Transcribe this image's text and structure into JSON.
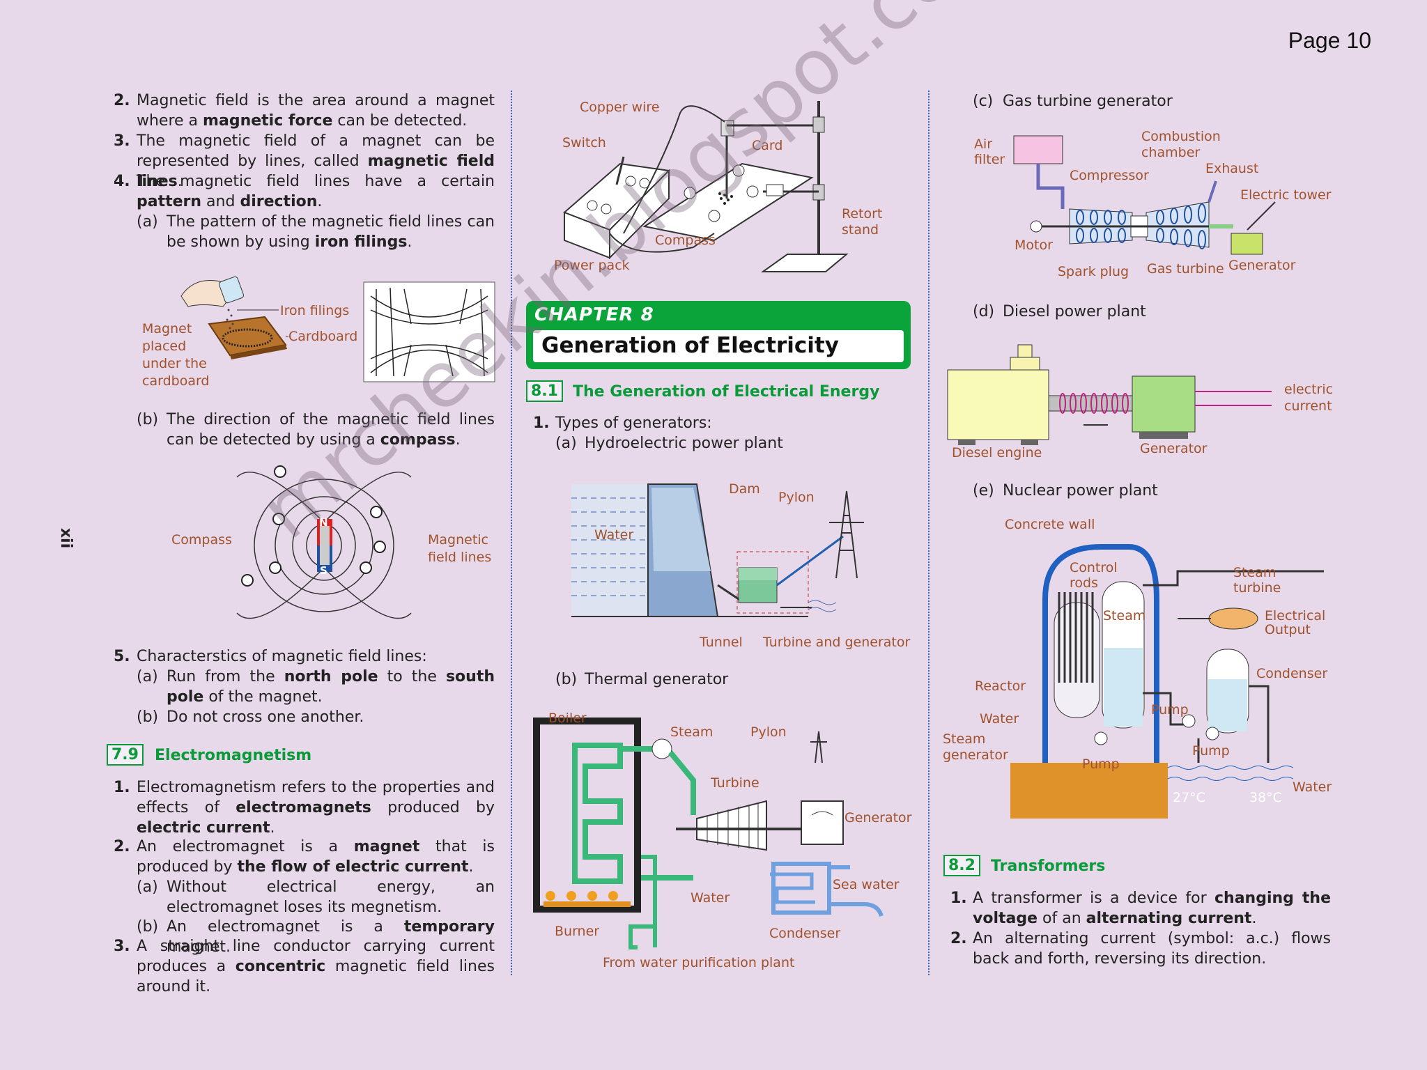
{
  "page": {
    "number": "Page 10",
    "side_label": "xii",
    "watermark": "mrcheekin.blogspot.com.au"
  },
  "col1": {
    "item2_num": "2.",
    "item2": "Magnetic field is the area around a magnet where a <b>magnetic force</b> can be detected.",
    "item3_num": "3.",
    "item3": "The magnetic field of a magnet can be represented by lines, called <b>magnetic field lines</b>.",
    "item4_num": "4.",
    "item4": "The magnetic field lines have a certain <b>pattern</b> and <b>direction</b>.",
    "item4a_num": "(a)",
    "item4a": "The pattern of the magnetic field lines can be shown by using <b>iron filings</b>.",
    "fig1_labels": {
      "iron_filings": "Iron filings",
      "cardboard": "Cardboard",
      "magnet_placed": "Magnet\nplaced\nunder the\ncardboard"
    },
    "item4b_num": "(b)",
    "item4b": "The direction of the magnetic field lines can be detected by using a <b>compass</b>.",
    "fig2_labels": {
      "compass": "Compass",
      "field_lines": "Magnetic\nfield lines",
      "n": "N",
      "s": "S"
    },
    "item5_num": "5.",
    "item5": "Characterstics of magnetic field lines:",
    "item5a_num": "(a)",
    "item5a": "Run from the <b>north pole</b> to the <b>south pole</b> of the magnet.",
    "item5b_num": "(b)",
    "item5b": "Do not cross one another.",
    "sec79_num": "7.9",
    "sec79_title": "Electromagnetism",
    "e1_num": "1.",
    "e1": "Electromagnetism refers to the properties and effects of <b>electromagnets</b> produced by <b>electric current</b>.",
    "e2_num": "2.",
    "e2": "An electromagnet is a <b>magnet</b> that is produced by <b>the flow of electric current</b>.",
    "e2a_num": "(a)",
    "e2a": "Without electrical energy, an electromagnet loses its megnetism.",
    "e2b_num": "(b)",
    "e2b": "An electromagnet is a <b>temporary</b> magnet.",
    "e3_num": "3.",
    "e3": "A straight line conductor carrying current produces a <b>concentric</b> magnetic field lines around it."
  },
  "col2": {
    "fig3_labels": {
      "copper_wire": "Copper wire",
      "switch": "Switch",
      "card": "Card",
      "retort": "Retort\nstand",
      "compass": "Compass",
      "power_pack": "Power pack"
    },
    "chapter_label": "CHAPTER 8",
    "chapter_title": "Generation of Electricity",
    "sec81_num": "8.1",
    "sec81_title": "The Generation of Electrical Energy",
    "t1_num": "1.",
    "t1": "Types of generators:",
    "t1a_num": "(a)",
    "t1a": "Hydroelectric power plant",
    "hydro_labels": {
      "dam": "Dam",
      "pylon": "Pylon",
      "water": "Water",
      "tunnel": "Tunnel",
      "turbine_gen": "Turbine and generator"
    },
    "t1b_num": "(b)",
    "t1b": "Thermal generator",
    "thermal_labels": {
      "boiler": "Boiler",
      "steam": "Steam",
      "pylon": "Pylon",
      "turbine": "Turbine",
      "generator": "Generator",
      "sea_water": "Sea water",
      "water": "Water",
      "burner": "Burner",
      "condenser": "Condenser",
      "from_plant": "From water purification plant"
    }
  },
  "col3": {
    "c_num": "(c)",
    "c_title": "Gas turbine generator",
    "gas_labels": {
      "air_filter": "Air\nfilter",
      "combustion": "Combustion\nchamber",
      "exhaust": "Exhaust",
      "compressor": "Compressor",
      "electric_tower": "Electric tower",
      "motor": "Motor",
      "spark_plug": "Spark plug",
      "gas_turbine": "Gas turbine",
      "generator": "Generator"
    },
    "d_num": "(d)",
    "d_title": "Diesel power plant",
    "diesel_labels": {
      "electric_current": "electric\ncurrent",
      "diesel_engine": "Diesel engine",
      "generator": "Generator"
    },
    "e_num": "(e)",
    "e_title": "Nuclear power plant",
    "nuclear_labels": {
      "concrete_wall": "Concrete wall",
      "control_rods": "Control\nrods",
      "steam_turbine": "Steam\nturbine",
      "steam": "Steam",
      "electrical_output": "Electrical\nOutput",
      "condenser": "Condenser",
      "reactor": "Reactor",
      "pump1": "Pump",
      "water1": "Water",
      "steam_generator": "Steam\ngenerator",
      "pump2": "Pump",
      "pump3": "Pump",
      "water2": "Water",
      "t27": "27°C",
      "t38": "38°C"
    },
    "sec82_num": "8.2",
    "sec82_title": "Transformers",
    "tr1_num": "1.",
    "tr1": "A transformer is a device for <b>changing the voltage</b> of an <b>alternating current</b>.",
    "tr2_num": "2.",
    "tr2": "An alternating current (symbol: a.c.) flows back and forth, reversing its direction."
  }
}
